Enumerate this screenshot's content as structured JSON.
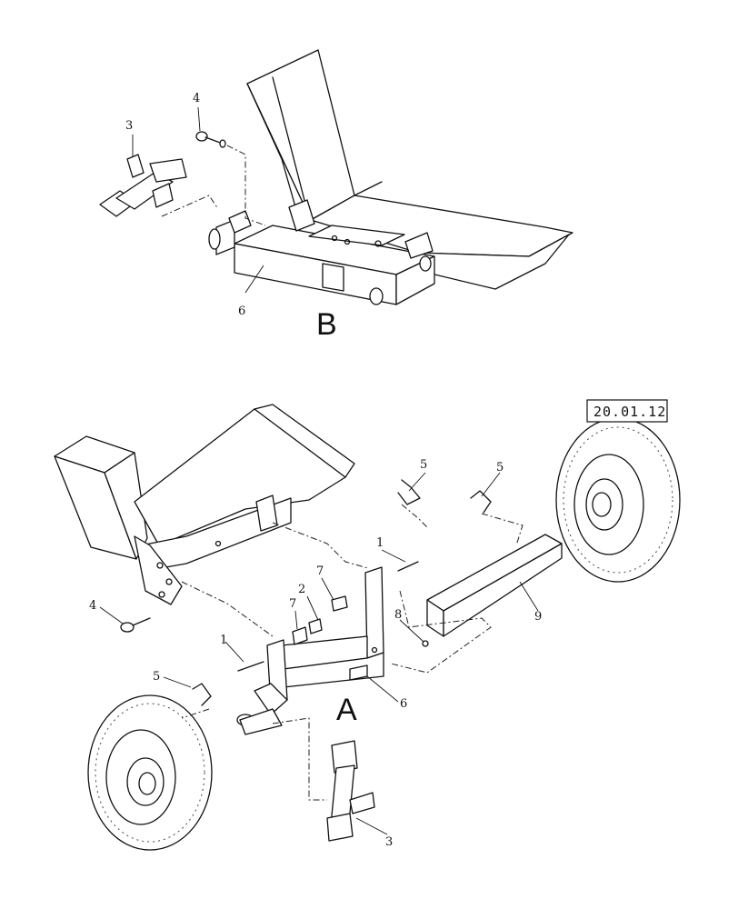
{
  "view_b": {
    "label": "B",
    "callouts": [
      "3",
      "4",
      "6"
    ]
  },
  "view_a": {
    "label": "A",
    "reference": "20.01.12",
    "callouts": [
      "1",
      "1",
      "2",
      "3",
      "4",
      "5",
      "5",
      "5",
      "6",
      "7",
      "7",
      "8",
      "9"
    ]
  }
}
